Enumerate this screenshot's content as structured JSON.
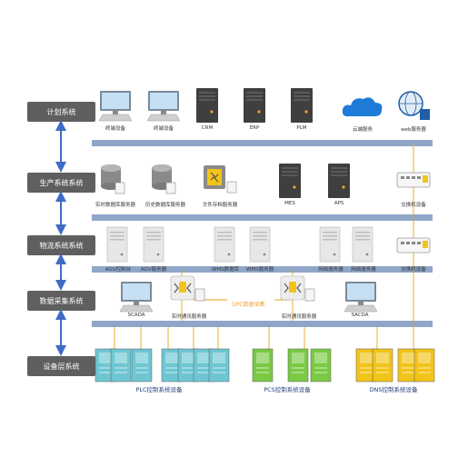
{
  "layers": [
    {
      "label": "计划系统"
    },
    {
      "label": "生产系统系统"
    },
    {
      "label": "物流系统系统"
    },
    {
      "label": "数据采集系统"
    },
    {
      "label": "设备层系统"
    }
  ],
  "plan": {
    "terminal1": "终端设备",
    "terminal2": "终端设备",
    "crm": "CRM",
    "erp": "ERP",
    "plm": "PLM",
    "cloud": "云端服务",
    "web": "web服务器"
  },
  "production": {
    "realtime_db": "实时数据库服务器",
    "history_db": "历史数据库服务器",
    "file_storage": "文件存档服务器",
    "mes": "MES",
    "aps": "APS",
    "switch": "交换机设备"
  },
  "logistics": {
    "agv_ctrl": "AGV控制台",
    "agv_server": "AGV服务器",
    "wms_db": "WMS数据库",
    "wms_server": "WMS服务器",
    "net_server1": "网络服务器",
    "net_server2": "网络服务器",
    "switch": "交换机设备"
  },
  "acquisition": {
    "scada1": "SCADA",
    "comm1": "实时通讯服务器",
    "opc": "OPC数据采集",
    "comm2": "实时通讯服务器",
    "scada2": "SACDA"
  },
  "devices": {
    "plc": "PLC控制系统设备",
    "pcs": "PCS控制系统设备",
    "dns": "DNS控制系统设备"
  },
  "colors": {
    "bus": "#8fa6c9",
    "label_bg": "#5f5f5f",
    "arrow": "#3d6bc7",
    "link": "#e8a317",
    "plc": "#6ec6d3",
    "pcs": "#7ac943",
    "dns": "#f2c318"
  }
}
